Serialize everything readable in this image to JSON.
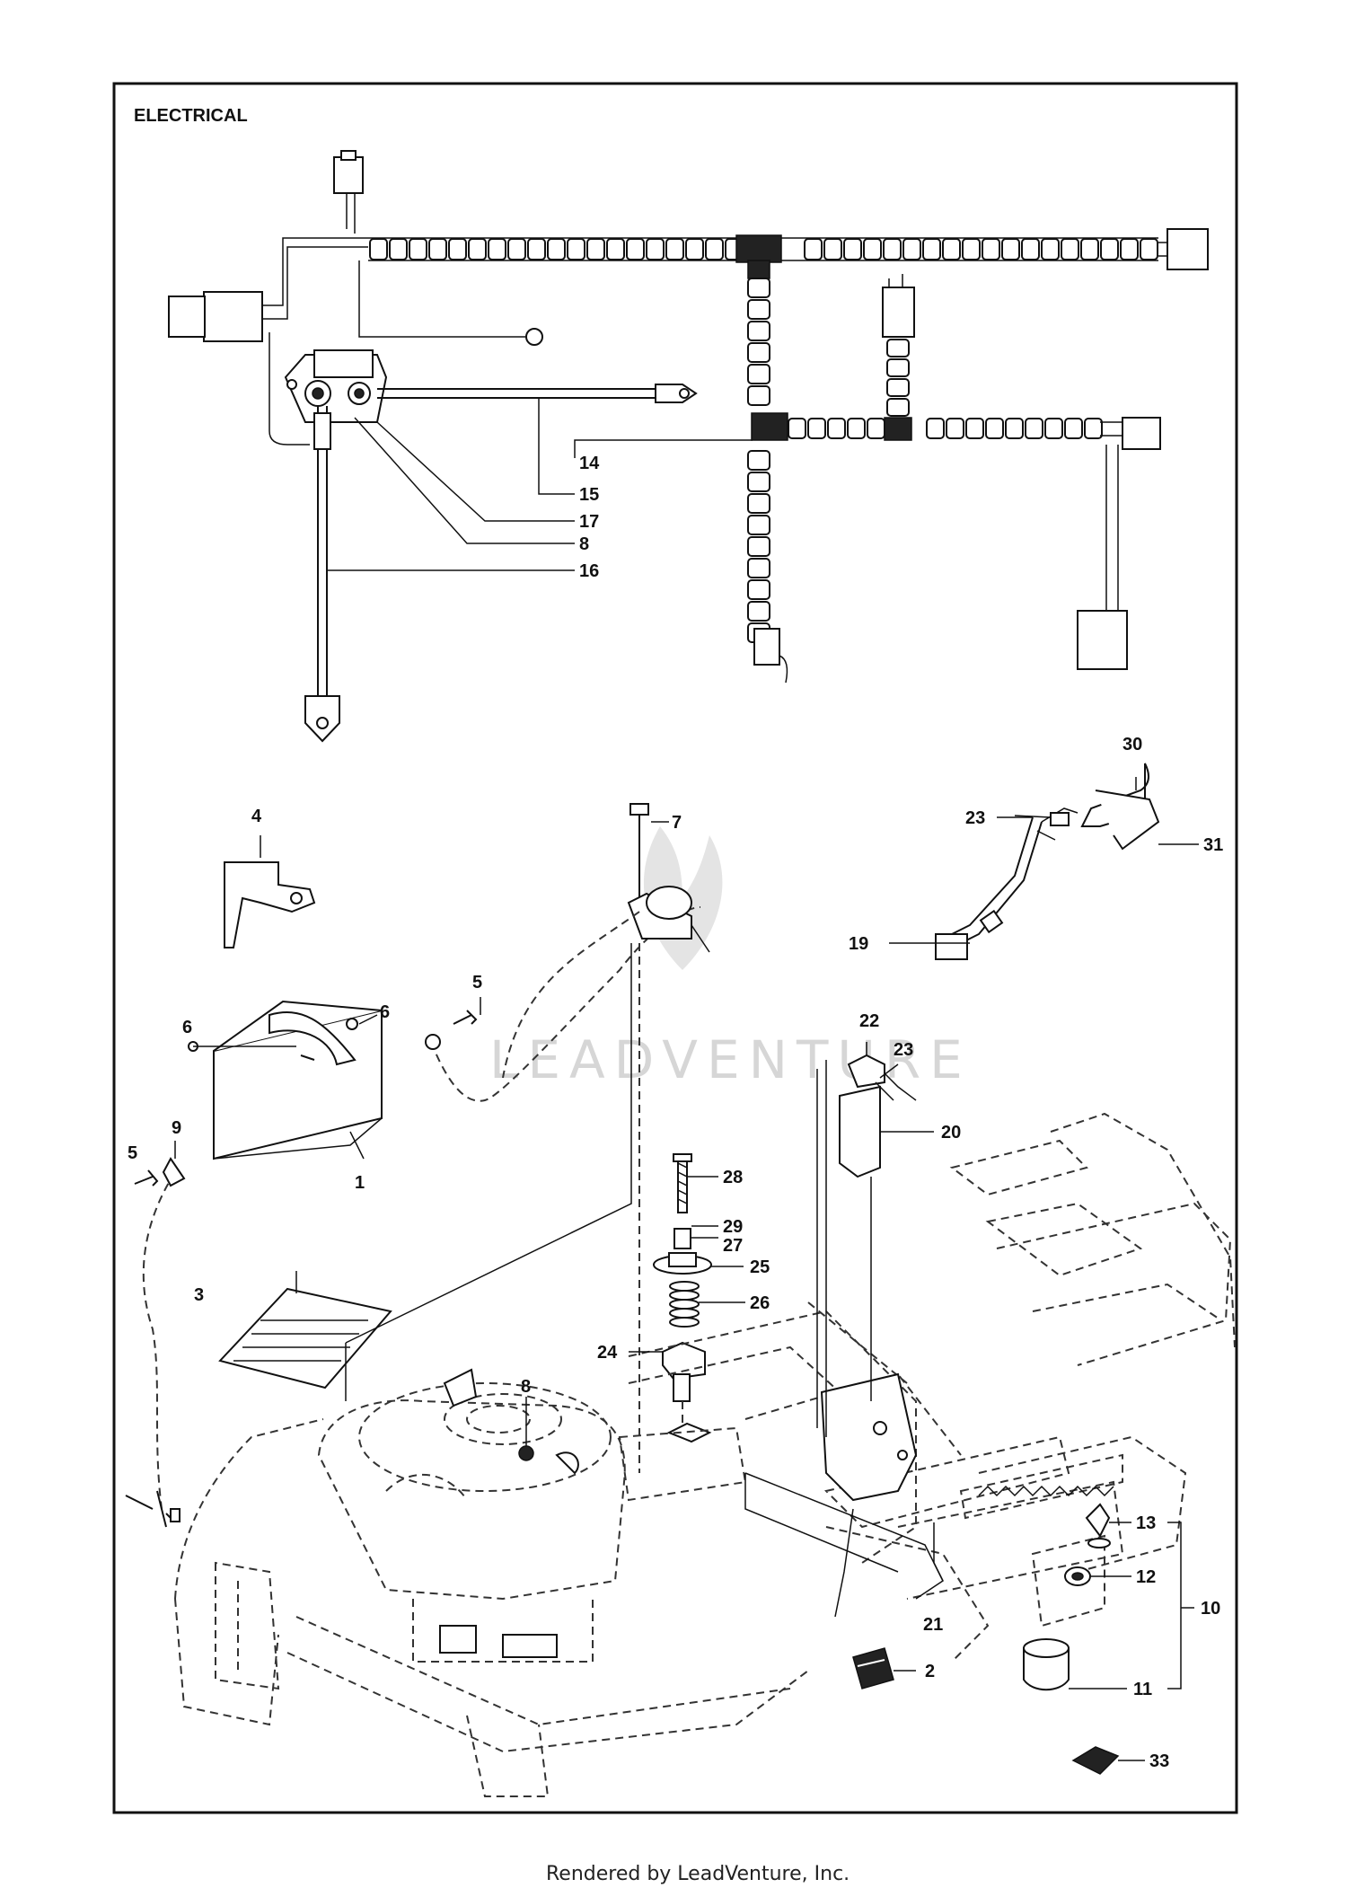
{
  "title": "ELECTRICAL",
  "footer": "Rendered by LeadVenture, Inc.",
  "watermark": "LEADVENTURE",
  "callouts": [
    {
      "id": "14",
      "text": "14"
    },
    {
      "id": "15",
      "text": "15"
    },
    {
      "id": "17",
      "text": "17"
    },
    {
      "id": "8a",
      "text": "8"
    },
    {
      "id": "16",
      "text": "16"
    },
    {
      "id": "4",
      "text": "4"
    },
    {
      "id": "7",
      "text": "7"
    },
    {
      "id": "30",
      "text": "30"
    },
    {
      "id": "23a",
      "text": "23"
    },
    {
      "id": "31",
      "text": "31"
    },
    {
      "id": "19",
      "text": "19"
    },
    {
      "id": "6a",
      "text": "6"
    },
    {
      "id": "6b",
      "text": "6"
    },
    {
      "id": "5a",
      "text": "5"
    },
    {
      "id": "22",
      "text": "22"
    },
    {
      "id": "23b",
      "text": "23"
    },
    {
      "id": "9",
      "text": "9"
    },
    {
      "id": "20",
      "text": "20"
    },
    {
      "id": "5b",
      "text": "5"
    },
    {
      "id": "1",
      "text": "1"
    },
    {
      "id": "28",
      "text": "28"
    },
    {
      "id": "29",
      "text": "29"
    },
    {
      "id": "27",
      "text": "27"
    },
    {
      "id": "3",
      "text": "3"
    },
    {
      "id": "25",
      "text": "25"
    },
    {
      "id": "26",
      "text": "26"
    },
    {
      "id": "24",
      "text": "24"
    },
    {
      "id": "8b",
      "text": "8"
    },
    {
      "id": "13",
      "text": "13"
    },
    {
      "id": "12",
      "text": "12"
    },
    {
      "id": "10",
      "text": "10"
    },
    {
      "id": "21",
      "text": "21"
    },
    {
      "id": "11",
      "text": "11"
    },
    {
      "id": "2",
      "text": "2"
    },
    {
      "id": "33",
      "text": "33"
    }
  ]
}
